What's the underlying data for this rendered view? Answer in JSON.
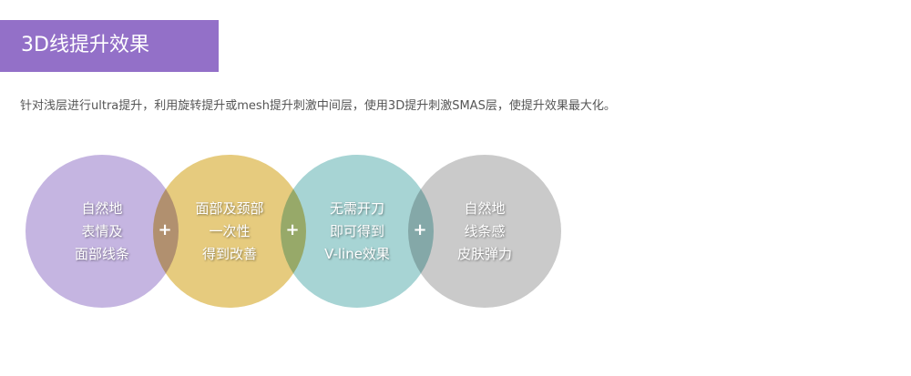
{
  "header": {
    "title": "3D线提升效果",
    "background_color": "#9370c8"
  },
  "description": "针对浅层进行ultra提升，利用旋转提升或mesh提升刺激中间层，使用3D提升刺激SMAS层，使提升效果最大化。",
  "circles": [
    {
      "color": "#c5b5e1",
      "lines": [
        "自然地",
        "表情及",
        "面部线条"
      ]
    },
    {
      "color": "#e6cb7e",
      "lines": [
        "面部及颈部",
        "一次性",
        "得到改善"
      ]
    },
    {
      "color": "#a7d4d4",
      "lines": [
        "无需开刀",
        "即可得到",
        "V-line效果"
      ]
    },
    {
      "color": "#cacaca",
      "lines": [
        "自然地",
        "线条感",
        "皮肤弹力"
      ]
    }
  ],
  "connectors": [
    "+",
    "+",
    "+"
  ]
}
